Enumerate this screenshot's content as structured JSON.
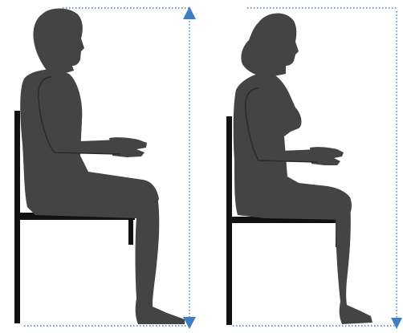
{
  "colors": {
    "silhouette": "#444444",
    "chair": "#111111",
    "measure_line": "#4a7ec0",
    "arrowhead": "#3f7dc4",
    "background": "#ffffff"
  },
  "figures": [
    {
      "id": "male",
      "icon": "seated-man-silhouette"
    },
    {
      "id": "female",
      "icon": "seated-woman-silhouette"
    }
  ]
}
